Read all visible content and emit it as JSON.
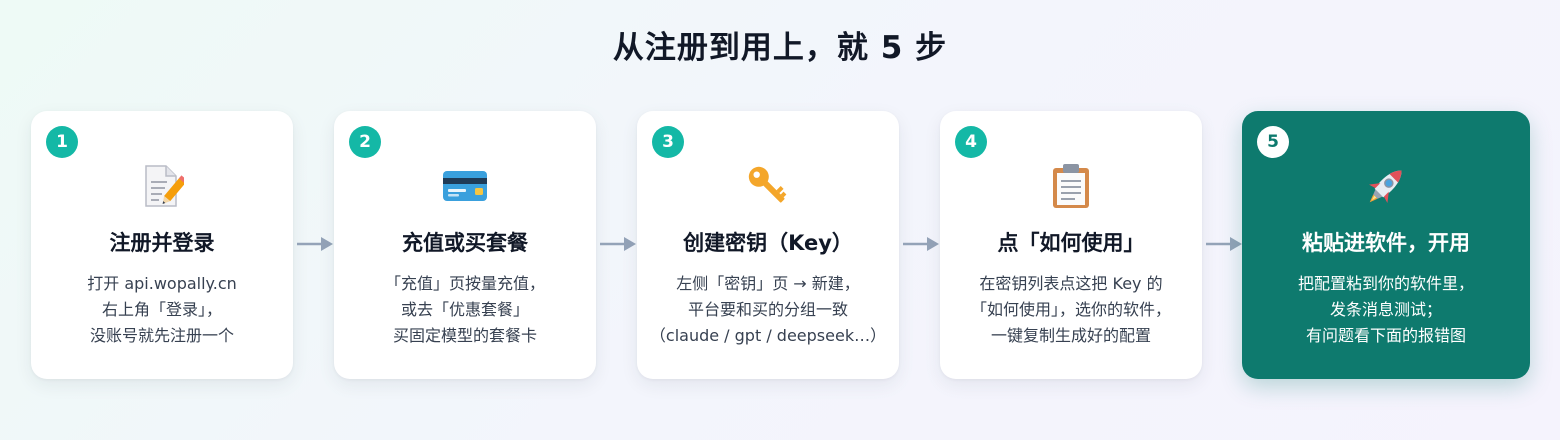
{
  "page": {
    "title": "从注册到用上，就 5 步"
  },
  "steps": [
    {
      "number": "1",
      "icon": "memo-pencil-icon",
      "title": "注册并登录",
      "desc": [
        "打开 api.wopally.cn",
        "右上角「登录」，",
        "没账号就先注册一个"
      ]
    },
    {
      "number": "2",
      "icon": "credit-card-icon",
      "title": "充值或买套餐",
      "desc": [
        "「充值」页按量充值，",
        "或去「优惠套餐」",
        "买固定模型的套餐卡"
      ]
    },
    {
      "number": "3",
      "icon": "key-icon",
      "title": "创建密钥（Key）",
      "desc": [
        "左侧「密钥」页 → 新建，",
        "平台要和买的分组一致",
        "（claude / gpt / deepseek…）"
      ]
    },
    {
      "number": "4",
      "icon": "clipboard-icon",
      "title": "点「如何使用」",
      "desc": [
        "在密钥列表点这把 Key 的",
        "「如何使用」，选你的软件，",
        "一键复制生成好的配置"
      ]
    },
    {
      "number": "5",
      "icon": "rocket-icon",
      "title": "粘贴进软件，开用",
      "desc": [
        "把配置粘到你的软件里，",
        "发条消息测试；",
        "有问题看下面的报错图"
      ]
    }
  ],
  "colors": {
    "accent": "#14b8a6",
    "highlight_bg": "#0e7a6e",
    "arrow": "#94a3b8"
  }
}
